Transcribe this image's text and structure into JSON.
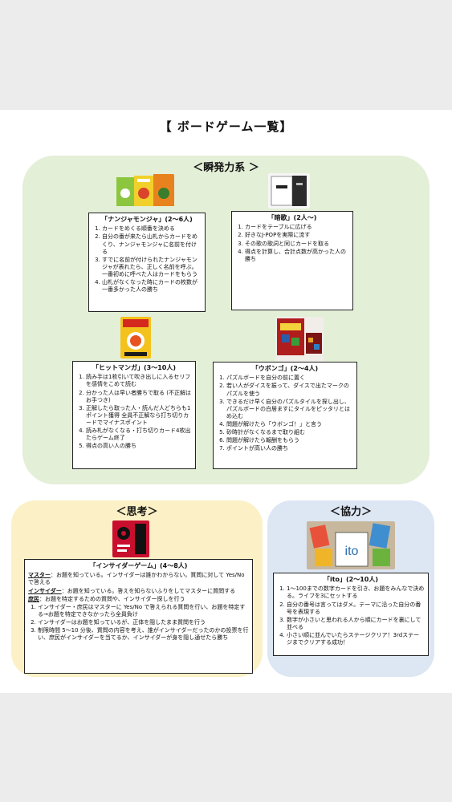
{
  "page": {
    "title": "【 ボードゲーム一覧】"
  },
  "sections": {
    "instant": {
      "title": "＜瞬発力系 ＞"
    },
    "thinking": {
      "title": "＜思考＞"
    },
    "coop": {
      "title": "＜協力＞"
    }
  },
  "games": {
    "nanja": {
      "title": "「ナンジャモンジャ」(2〜6人)",
      "steps": [
        "カードをめくる順番を決める",
        "自分の番が来たら山札からカードをめくり、ナンジャモンジャに名前を付ける",
        "すでに名前が付けられたナンジャモンジャが表れたら、正しく名前を呼ぶ。一番初めに呼べた人はカードをもらう",
        "山札がなくなった時にカードの枚数が一番多かった人の勝ち"
      ]
    },
    "anka": {
      "title": "「暗歌」(2人〜)",
      "steps": [
        "カードをテーブルに広げる",
        "好きなJ-POPを実際に流す",
        "その歌の歌詞と同じカードを取る",
        "得点を計算し、合計点数が高かった人の勝ち"
      ]
    },
    "hitmanga": {
      "title": "「ヒットマンガ」(3〜10人)",
      "steps": [
        "読み手は1枚引いて吹き出しに入るセリフを感情をこめて読む",
        "分かった人は早い者勝ちで取る (不正解はお手つき)",
        "正解したら取った人・読んだ人どちらも1ポイント獲得 全員不正解なら打ち切りカードでマイナスポイント",
        "読み札がなくなる・打ち切りカード4枚出たらゲーム終了",
        "得点の高い人の勝ち"
      ]
    },
    "ubongo": {
      "title": "「ウボンゴ」(2〜4人)",
      "steps": [
        "パズルボードを自分の前に置く",
        "若い人がダイスを振って、ダイスで出たマークの パズルを使う",
        "できるだけ早く自分のパズルタイルを探し出し、パズルボードの白居ますにタイルをピッタリとはめ込む",
        "問題が解けたら「ウボンゴ！」と言う",
        "砂時計がなくなるまで取り組む",
        "問題が解けたら報酬をもらう",
        "ポイントが高い人の勝ち"
      ]
    },
    "insider": {
      "title": "「インサイダーゲーム」(4〜8人)",
      "roles": [
        {
          "name": "マスター",
          "text": "：お題を知っている。インサイダーは誰かわからない。質問に対して Yes/No で答える"
        },
        {
          "name": "インサイダー",
          "text": "：お題を知っている。答えを知らないふりをしてマスターに質問する"
        },
        {
          "name": "庶民",
          "text": "：お題を特定するための質問や、インサイダー探しを行う"
        }
      ],
      "steps": [
        "インサイダー・庶民はマスターに Yes/No で答えられる質問を行い、お題を特定する→お題を特定できなかったら全員負け",
        "インサイダーはお題を知っているが、正体を隠したまま質問を行う",
        "制限時間 5〜10 分後、質問の内容を考え、誰がインサイダーだったのかの投票を行い、庶民がインサイダーを当てるか、インサイダーが身を隠し通せたら勝ち"
      ]
    },
    "ito": {
      "title": "「ito」(2〜10人)",
      "steps": [
        "1〜100までの数字カードを引き、お題をみんなで決める。ライフを3にセットする",
        "自分の番号は言ってはダメ。テーマに沿った自分の番号を表現する",
        "数字が小さいと思われる人から順にカードを裏にして並べる",
        "小さい順に並んでいたらステージクリア！3rdステージまでクリアする成功！"
      ]
    }
  },
  "images": {
    "nanja_box": "board-game-box-nanja",
    "anka_box": "board-game-box-anka",
    "hitmanga_box": "board-game-box-hitmanga",
    "ubongo_box": "board-game-box-ubongo",
    "insider_box": "board-game-box-insider",
    "ito_cards": "board-game-cards-ito"
  },
  "colors": {
    "instant_bg": "#e3efd7",
    "thinking_bg": "#fcf0c6",
    "coop_bg": "#dde6f3"
  }
}
